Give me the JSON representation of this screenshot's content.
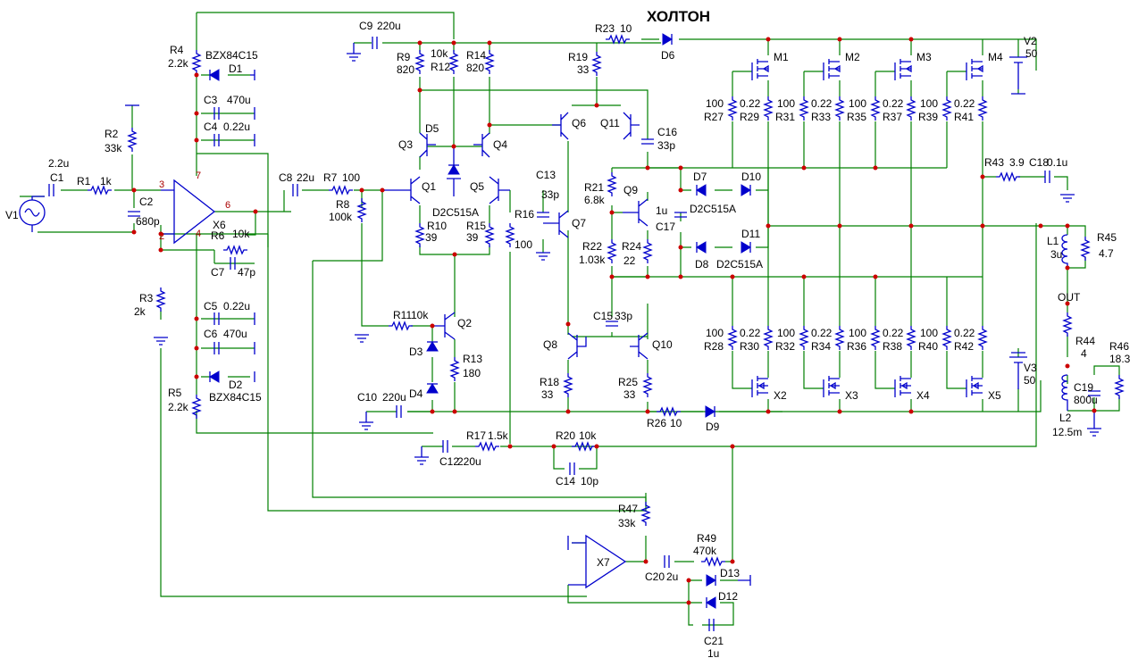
{
  "title": "ХОЛТОН",
  "labels": [
    {
      "id": "v1",
      "t": "V1"
    },
    {
      "id": "c1",
      "t": "C1"
    },
    {
      "id": "c1v",
      "t": "2.2u"
    },
    {
      "id": "r1",
      "t": "R1"
    },
    {
      "id": "r1v",
      "t": "1k"
    },
    {
      "id": "r2",
      "t": "R2"
    },
    {
      "id": "r2v",
      "t": "33k"
    },
    {
      "id": "c2",
      "t": "C2"
    },
    {
      "id": "c2v",
      "t": "680p"
    },
    {
      "id": "r3",
      "t": "R3"
    },
    {
      "id": "r3v",
      "t": "2k"
    },
    {
      "id": "r4",
      "t": "R4"
    },
    {
      "id": "r4v",
      "t": "2.2k"
    },
    {
      "id": "d1t",
      "t": "BZX84C15"
    },
    {
      "id": "d1",
      "t": "D1"
    },
    {
      "id": "c3",
      "t": "C3"
    },
    {
      "id": "c3v",
      "t": "470u"
    },
    {
      "id": "c4",
      "t": "C4"
    },
    {
      "id": "c4v",
      "t": "0.22u"
    },
    {
      "id": "x6",
      "t": "X6"
    },
    {
      "id": "r6",
      "t": "R6"
    },
    {
      "id": "r6v",
      "t": "10k"
    },
    {
      "id": "c7",
      "t": "C7"
    },
    {
      "id": "c7v",
      "t": "47p"
    },
    {
      "id": "c5",
      "t": "C5"
    },
    {
      "id": "c5v",
      "t": "0.22u"
    },
    {
      "id": "c6",
      "t": "C6"
    },
    {
      "id": "c6v",
      "t": "470u"
    },
    {
      "id": "d2",
      "t": "D2"
    },
    {
      "id": "d2t",
      "t": "BZX84C15"
    },
    {
      "id": "r5",
      "t": "R5"
    },
    {
      "id": "r5v",
      "t": "2.2k"
    },
    {
      "id": "c8",
      "t": "C8"
    },
    {
      "id": "c8v",
      "t": "22u"
    },
    {
      "id": "r7",
      "t": "R7"
    },
    {
      "id": "r7v",
      "t": "100"
    },
    {
      "id": "r8",
      "t": "R8"
    },
    {
      "id": "r8v",
      "t": "100k"
    },
    {
      "id": "c9",
      "t": "C9"
    },
    {
      "id": "c9v",
      "t": "220u"
    },
    {
      "id": "r9",
      "t": "R9"
    },
    {
      "id": "r9v",
      "t": "820"
    },
    {
      "id": "r12v",
      "t": "10k"
    },
    {
      "id": "r12",
      "t": "R12"
    },
    {
      "id": "r14",
      "t": "R14"
    },
    {
      "id": "r14v",
      "t": "820"
    },
    {
      "id": "q3",
      "t": "Q3"
    },
    {
      "id": "d5",
      "t": "D5"
    },
    {
      "id": "q4",
      "t": "Q4"
    },
    {
      "id": "q1",
      "t": "Q1"
    },
    {
      "id": "q5",
      "t": "Q5"
    },
    {
      "id": "d5t",
      "t": "D2C515A"
    },
    {
      "id": "r10",
      "t": "R10"
    },
    {
      "id": "r10v",
      "t": "39"
    },
    {
      "id": "r15",
      "t": "R15"
    },
    {
      "id": "r15v",
      "t": "39"
    },
    {
      "id": "r16",
      "t": "R16"
    },
    {
      "id": "r16v",
      "t": "100"
    },
    {
      "id": "r11",
      "t": "R11"
    },
    {
      "id": "r11v",
      "t": "10k"
    },
    {
      "id": "q2",
      "t": "Q2"
    },
    {
      "id": "d3",
      "t": "D3"
    },
    {
      "id": "d4",
      "t": "D4"
    },
    {
      "id": "r13",
      "t": "R13"
    },
    {
      "id": "r13v",
      "t": "180"
    },
    {
      "id": "c10",
      "t": "C10"
    },
    {
      "id": "c10v",
      "t": "220u"
    },
    {
      "id": "r17",
      "t": "R17"
    },
    {
      "id": "r17v",
      "t": "1.5k"
    },
    {
      "id": "c12",
      "t": "C12"
    },
    {
      "id": "c12v",
      "t": "220u"
    },
    {
      "id": "r20",
      "t": "R20"
    },
    {
      "id": "r20v",
      "t": "10k"
    },
    {
      "id": "c14",
      "t": "C14"
    },
    {
      "id": "c14v",
      "t": "10p"
    },
    {
      "id": "r23",
      "t": "R23"
    },
    {
      "id": "r23v",
      "t": "10"
    },
    {
      "id": "d6",
      "t": "D6"
    },
    {
      "id": "r19",
      "t": "R19"
    },
    {
      "id": "r19v",
      "t": "33"
    },
    {
      "id": "q6",
      "t": "Q6"
    },
    {
      "id": "q11",
      "t": "Q11"
    },
    {
      "id": "c16",
      "t": "C16"
    },
    {
      "id": "c16v",
      "t": "33p"
    },
    {
      "id": "c13",
      "t": "C13"
    },
    {
      "id": "c13v",
      "t": "33p"
    },
    {
      "id": "r21",
      "t": "R21"
    },
    {
      "id": "r21v",
      "t": "6.8k"
    },
    {
      "id": "q9",
      "t": "Q9"
    },
    {
      "id": "q9v",
      "t": "1u"
    },
    {
      "id": "q7",
      "t": "Q7"
    },
    {
      "id": "r22",
      "t": "R22"
    },
    {
      "id": "r22v",
      "t": "1.03k"
    },
    {
      "id": "r24",
      "t": "R24"
    },
    {
      "id": "r24v",
      "t": "22"
    },
    {
      "id": "c17",
      "t": "C17"
    },
    {
      "id": "d7",
      "t": "D7"
    },
    {
      "id": "d10",
      "t": "D10"
    },
    {
      "id": "d7t",
      "t": "D2C515A"
    },
    {
      "id": "d11",
      "t": "D11"
    },
    {
      "id": "d8",
      "t": "D8"
    },
    {
      "id": "d8t",
      "t": "D2C515A"
    },
    {
      "id": "c15",
      "t": "C15"
    },
    {
      "id": "c15v",
      "t": "33p"
    },
    {
      "id": "q8",
      "t": "Q8"
    },
    {
      "id": "q10",
      "t": "Q10"
    },
    {
      "id": "r18",
      "t": "R18"
    },
    {
      "id": "r18v",
      "t": "33"
    },
    {
      "id": "r25",
      "t": "R25"
    },
    {
      "id": "r25v",
      "t": "33"
    },
    {
      "id": "r26",
      "t": "R26"
    },
    {
      "id": "r26v",
      "t": "10"
    },
    {
      "id": "d9",
      "t": "D9"
    },
    {
      "id": "m1",
      "t": "M1"
    },
    {
      "id": "m2",
      "t": "M2"
    },
    {
      "id": "m3",
      "t": "M3"
    },
    {
      "id": "m4",
      "t": "M4"
    },
    {
      "id": "x2",
      "t": "X2"
    },
    {
      "id": "x3",
      "t": "X3"
    },
    {
      "id": "x4",
      "t": "X4"
    },
    {
      "id": "x5",
      "t": "X5"
    },
    {
      "id": "v2",
      "t": "V2"
    },
    {
      "id": "v2v",
      "t": "50"
    },
    {
      "id": "v3",
      "t": "V3"
    },
    {
      "id": "v3v",
      "t": "50"
    },
    {
      "id": "r43",
      "t": "R43"
    },
    {
      "id": "r43v",
      "t": "3.9"
    },
    {
      "id": "c18",
      "t": "C18"
    },
    {
      "id": "c18v",
      "t": "0.1u"
    },
    {
      "id": "l1",
      "t": "L1"
    },
    {
      "id": "l1v",
      "t": "3u"
    },
    {
      "id": "r45",
      "t": "R45"
    },
    {
      "id": "r45v",
      "t": "4.7"
    },
    {
      "id": "out",
      "t": "OUT"
    },
    {
      "id": "r44",
      "t": "R44"
    },
    {
      "id": "r44v",
      "t": "4"
    },
    {
      "id": "r46",
      "t": "R46"
    },
    {
      "id": "r46v",
      "t": "18.3"
    },
    {
      "id": "c19",
      "t": "C19"
    },
    {
      "id": "c19v",
      "t": "800u"
    },
    {
      "id": "l2",
      "t": "L2"
    },
    {
      "id": "l2v",
      "t": "12.5m"
    },
    {
      "id": "r47",
      "t": "R47"
    },
    {
      "id": "r47v",
      "t": "33k"
    },
    {
      "id": "x7",
      "t": "X7"
    },
    {
      "id": "r49",
      "t": "R49"
    },
    {
      "id": "r49v",
      "t": "470k"
    },
    {
      "id": "c20",
      "t": "C20"
    },
    {
      "id": "c20v",
      "t": "2u"
    },
    {
      "id": "d13",
      "t": "D13"
    },
    {
      "id": "d12",
      "t": "D12"
    },
    {
      "id": "c21",
      "t": "C21"
    },
    {
      "id": "c21v",
      "t": "1u"
    },
    {
      "id": "p3",
      "t": "3"
    },
    {
      "id": "p2",
      "t": "2"
    },
    {
      "id": "p7",
      "t": "7"
    },
    {
      "id": "p6",
      "t": "6"
    },
    {
      "id": "p4",
      "t": "4"
    }
  ],
  "out_stage": {
    "upper": [
      {
        "rg": "R27",
        "rgv": "100",
        "rs": "R29",
        "rsv": "0.22"
      },
      {
        "rg": "R31",
        "rgv": "100",
        "rs": "R33",
        "rsv": "0.22"
      },
      {
        "rg": "R35",
        "rgv": "100",
        "rs": "R37",
        "rsv": "0.22"
      },
      {
        "rg": "R39",
        "rgv": "100",
        "rs": "R41",
        "rsv": "0.22"
      }
    ],
    "lower": [
      {
        "rg": "R28",
        "rgv": "100",
        "rs": "R30",
        "rsv": "0.22"
      },
      {
        "rg": "R32",
        "rgv": "100",
        "rs": "R34",
        "rsv": "0.22"
      },
      {
        "rg": "R36",
        "rgv": "100",
        "rs": "R38",
        "rsv": "0.22"
      },
      {
        "rg": "R40",
        "rgv": "100",
        "rs": "R42",
        "rsv": "0.22"
      }
    ]
  }
}
